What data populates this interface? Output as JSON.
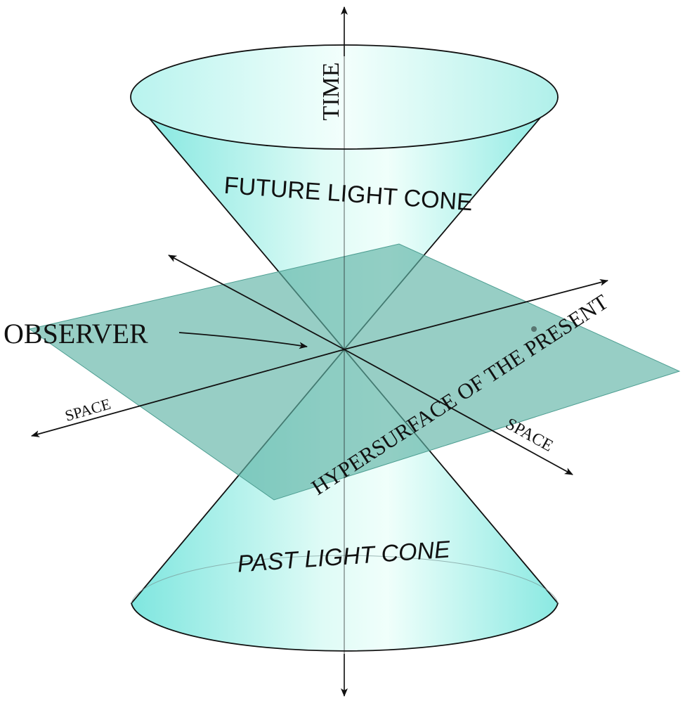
{
  "labels": {
    "time": "TIME",
    "future_cone": "FUTURE LIGHT CONE",
    "past_cone": "PAST LIGHT CONE",
    "observer": "OBSERVER",
    "hypersurface": "HYPERSURFACE OF THE PRESENT",
    "space_left": "SPACE",
    "space_right": "SPACE"
  },
  "colors": {
    "cone_fill_edge": "#7fe6df",
    "cone_fill_light": "#ecfffb",
    "plane_fill": "#5fb3a6",
    "line": "#111111"
  }
}
